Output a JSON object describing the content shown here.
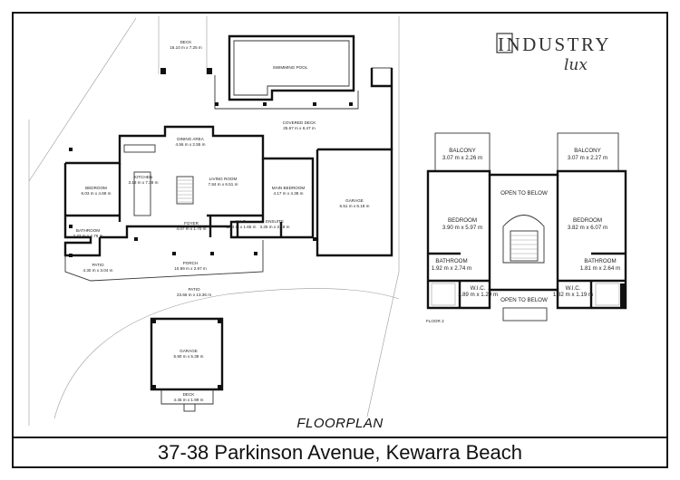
{
  "brand": {
    "name": "INDUSTRY",
    "sub": "lux"
  },
  "title": "FLOORPLAN",
  "address": "37-38 Parkinson Avenue, Kewarra Beach",
  "floor1": {
    "deck": {
      "name": "DECK",
      "dims": "16.10 m x 7.25 m"
    },
    "pool": {
      "name": "SWIMMING POOL"
    },
    "covered_deck": {
      "name": "COVERED DECK",
      "dims": "25.67 m x 6.47 m"
    },
    "dining": {
      "name": "DINING AREA",
      "dims": "4.56 m x 2.55 m"
    },
    "kitchen": {
      "name": "KITCHEN",
      "dims": "3.18 m x 7.38 m"
    },
    "living": {
      "name": "LIVING ROOM",
      "dims": "7.84 m x 6.51 m"
    },
    "bedroom": {
      "name": "BEDROOM",
      "dims": "6.03 m x 4.69 m"
    },
    "main_bedroom": {
      "name": "MAIN BEDROOM",
      "dims": "4.17 m x 4.38 m"
    },
    "garage": {
      "name": "GARAGE",
      "dims": "6.51 m x 6.18 m"
    },
    "foyer": {
      "name": "FOYER",
      "dims": "4.07 m x 1.70 m"
    },
    "wic": {
      "name": "W.I.C.",
      "dims": "3.94 m x 1.65 m"
    },
    "ensuite": {
      "name": "ENSUITE",
      "dims": "3.25 m x 3.18 m"
    },
    "bathroom": {
      "name": "BATHROOM",
      "dims": "2.47 m x 2.76 m"
    },
    "patio_small": {
      "name": "PATIO",
      "dims": "4.30 m x 3.04 m"
    },
    "porch": {
      "name": "PORCH",
      "dims": "10.99 m x 2.97 m"
    },
    "patio": {
      "name": "PATIO",
      "dims": "23.66 m x 13.36 m"
    },
    "garage2": {
      "name": "GARAGE",
      "dims": "5.90 m x 5.38 m"
    },
    "deck2": {
      "name": "DECK",
      "dims": "4.45 m x 1.99 m"
    }
  },
  "floor2": {
    "label": "FLOOR 2",
    "balcony_left": {
      "name": "BALCONY",
      "dims": "3.07 m x 2.26 m"
    },
    "balcony_right": {
      "name": "BALCONY",
      "dims": "3.07 m x 2.27 m"
    },
    "open_top": {
      "name": "OPEN TO BELOW"
    },
    "open_bottom": {
      "name": "OPEN TO BELOW"
    },
    "bedroom_left": {
      "name": "BEDROOM",
      "dims": "3.90 m x 5.97 m"
    },
    "bedroom_right": {
      "name": "BEDROOM",
      "dims": "3.82 m x 6.07 m"
    },
    "bathroom_left": {
      "name": "BATHROOM",
      "dims": "1.92 m x 2.74 m"
    },
    "bathroom_right": {
      "name": "BATHROOM",
      "dims": "1.81 m x 2.64 m"
    },
    "wic_left": {
      "name": "W.I.C.",
      "dims": "1.89 m x 1.29 m"
    },
    "wic_right": {
      "name": "W.I.C.",
      "dims": "1.82 m x 1.19 m"
    }
  }
}
